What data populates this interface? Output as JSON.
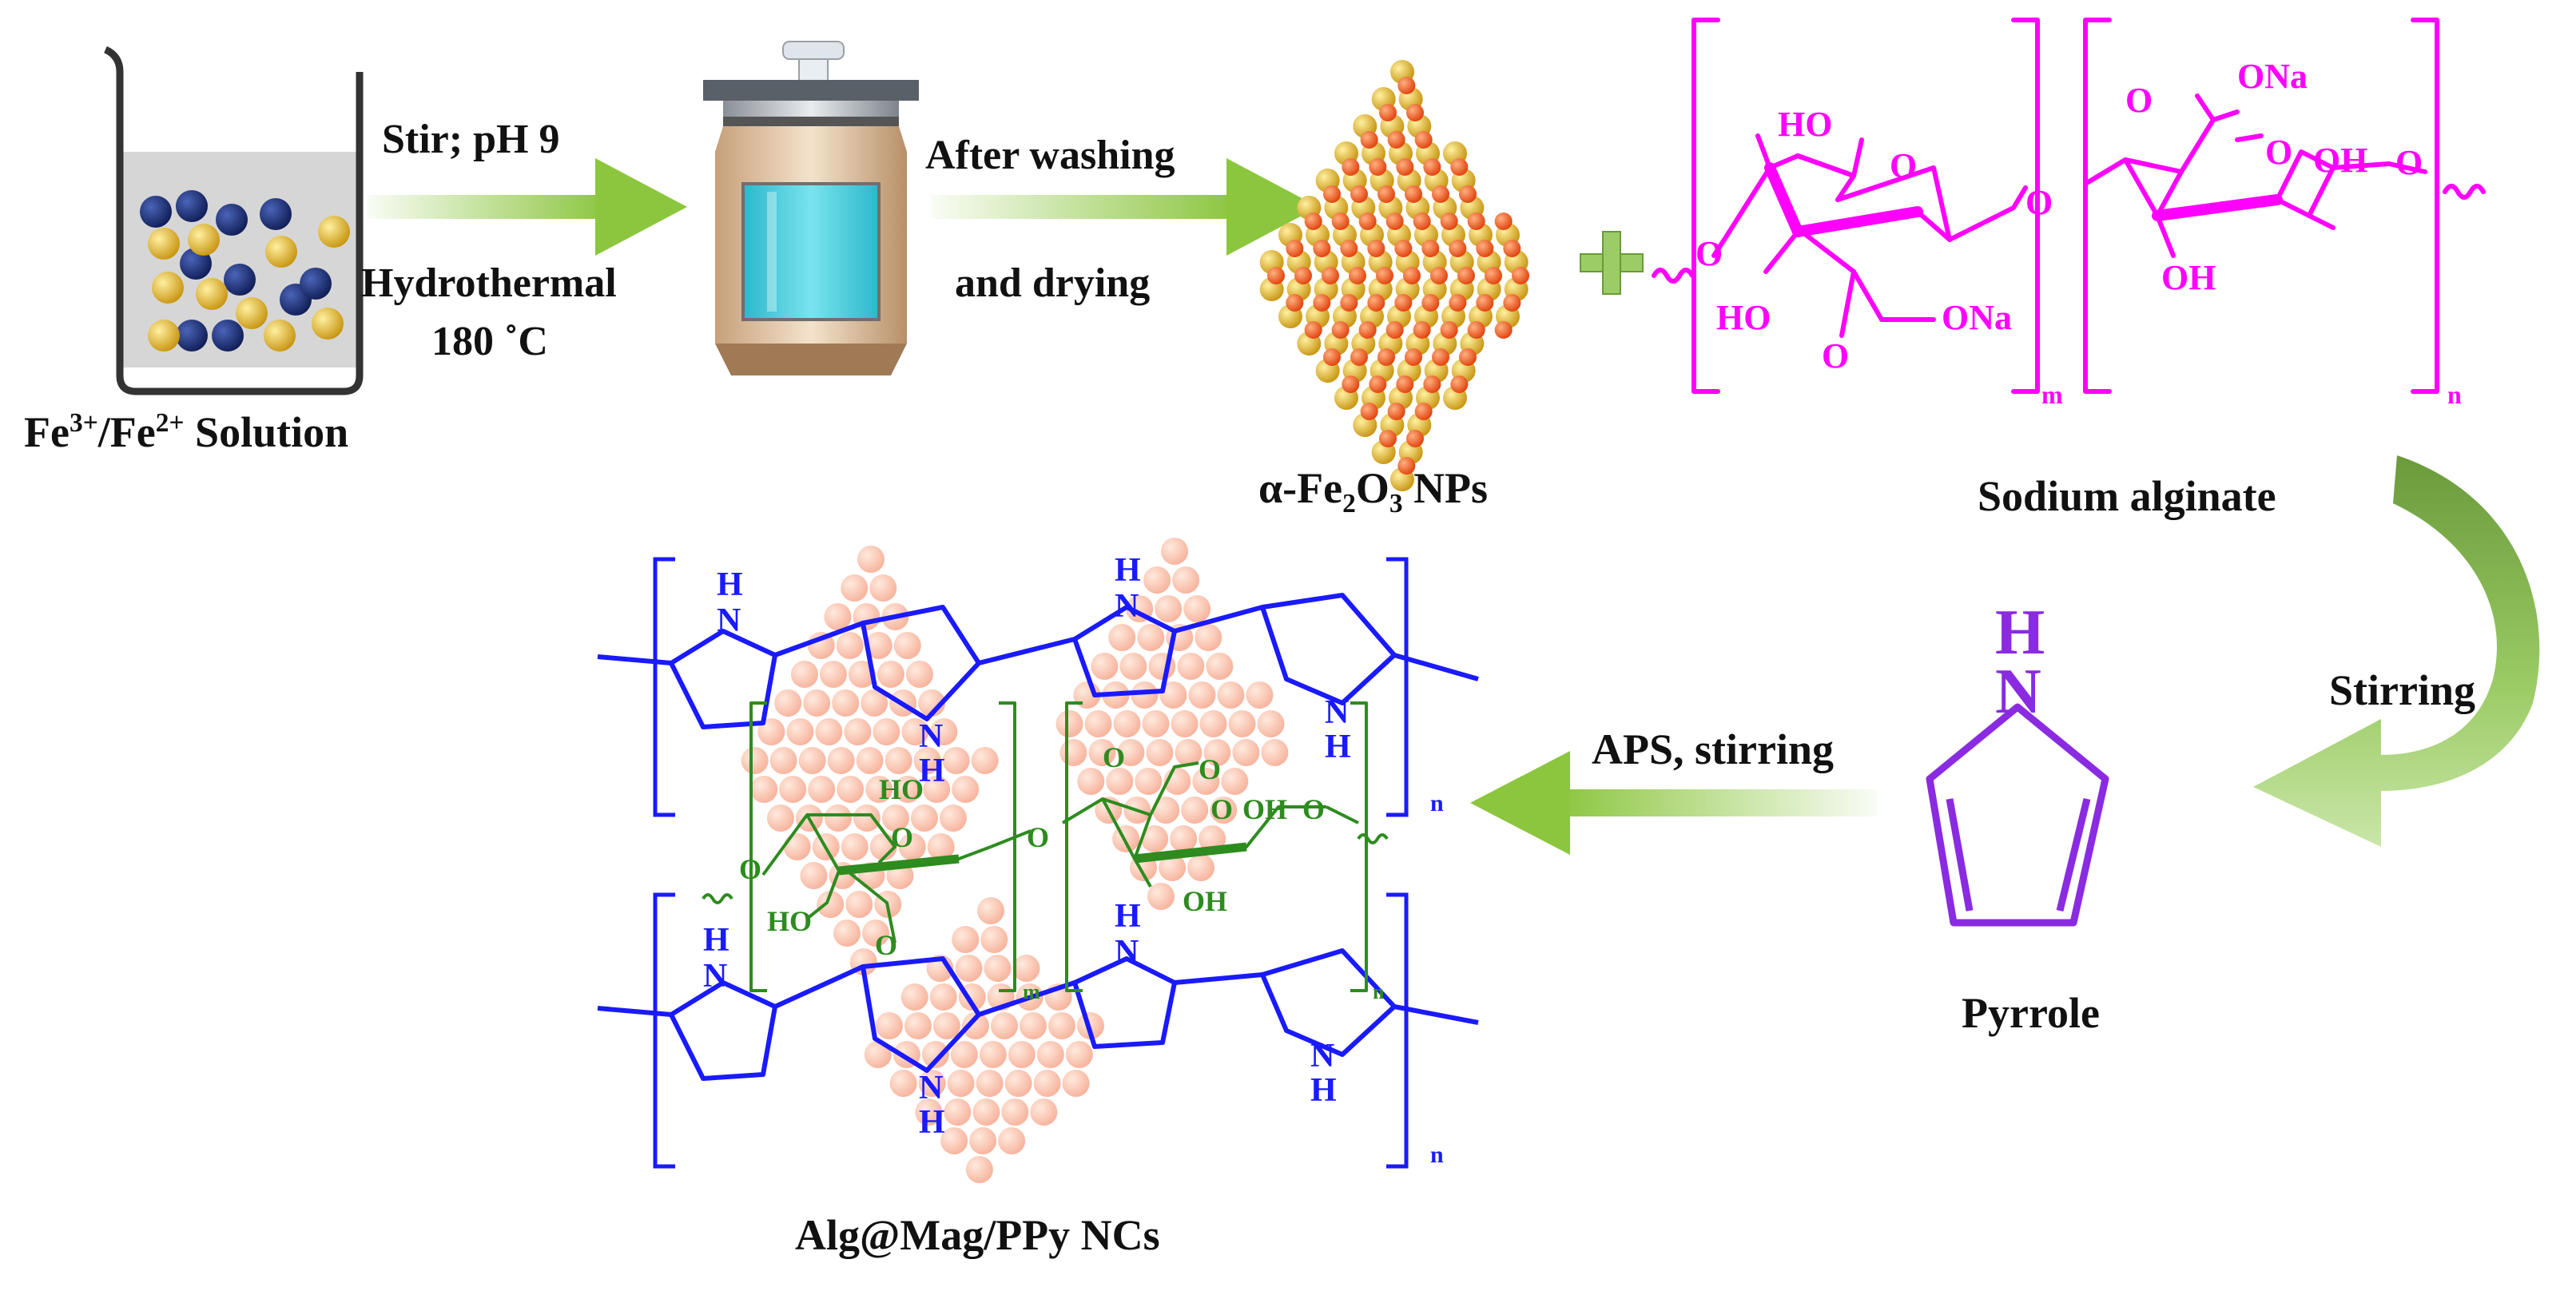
{
  "colors": {
    "arrow_green": "#8cc63f",
    "alginate_magenta": "#ff00ff",
    "pyrrole_purple": "#8a2be2",
    "ppy_blue": "#1a1aff",
    "alginate_green": "#2e8b1f",
    "fe2o3_orange": "#f05a14",
    "fe2o3_gold": "#e8b22a",
    "bead_navy": "#1b2a6b",
    "bead_gold": "#e2b31c",
    "liquid_cyan": "#3cc8d8"
  },
  "icons": [
    "beaker-icon",
    "autoclave-icon",
    "fe2o3-crystal-icon",
    "plus-icon",
    "curved-arrow-icon"
  ],
  "labels": {
    "solution_pre": "Fe",
    "solution_sup1": "3+",
    "solution_mid": "/Fe",
    "solution_sup2": "2+",
    "solution_post": " Solution",
    "step1_top": "Stir; pH 9",
    "step1_bottom1": "Hydrothermal",
    "step1_bottom2": "180 ˚C",
    "step2_top": "After washing",
    "step2_bottom": "and drying",
    "nps_pre": "α-Fe",
    "nps_sub1": "2",
    "nps_mid": "O",
    "nps_sub2": "3",
    "nps_post": " NPs",
    "alginate": "Sodium alginate",
    "stirring": "Stirring",
    "pyrrole": "Pyrrole",
    "aps": "APS, stirring",
    "product": "Alg@Mag/PPy NCs"
  },
  "alginate_chem": {
    "ho1": "HO",
    "o_ring1": "O",
    "o_link_left": "O",
    "o_link_mid": "O",
    "ho2": "HO",
    "o_carbonyl": "O",
    "ona1": "ONa",
    "m": "m",
    "ona2": "ONa",
    "o_carbonyl2": "O",
    "o_ring2": "O",
    "oh1": "OH",
    "o_end": "O",
    "oh2": "OH",
    "n": "n"
  },
  "pyrrole_chem": {
    "h": "H",
    "n": "N"
  },
  "product_chem": {
    "h": "H",
    "n": "N",
    "ho": "HO",
    "oh": "OH",
    "o": "O",
    "m": "m",
    "n_sub": "n"
  }
}
